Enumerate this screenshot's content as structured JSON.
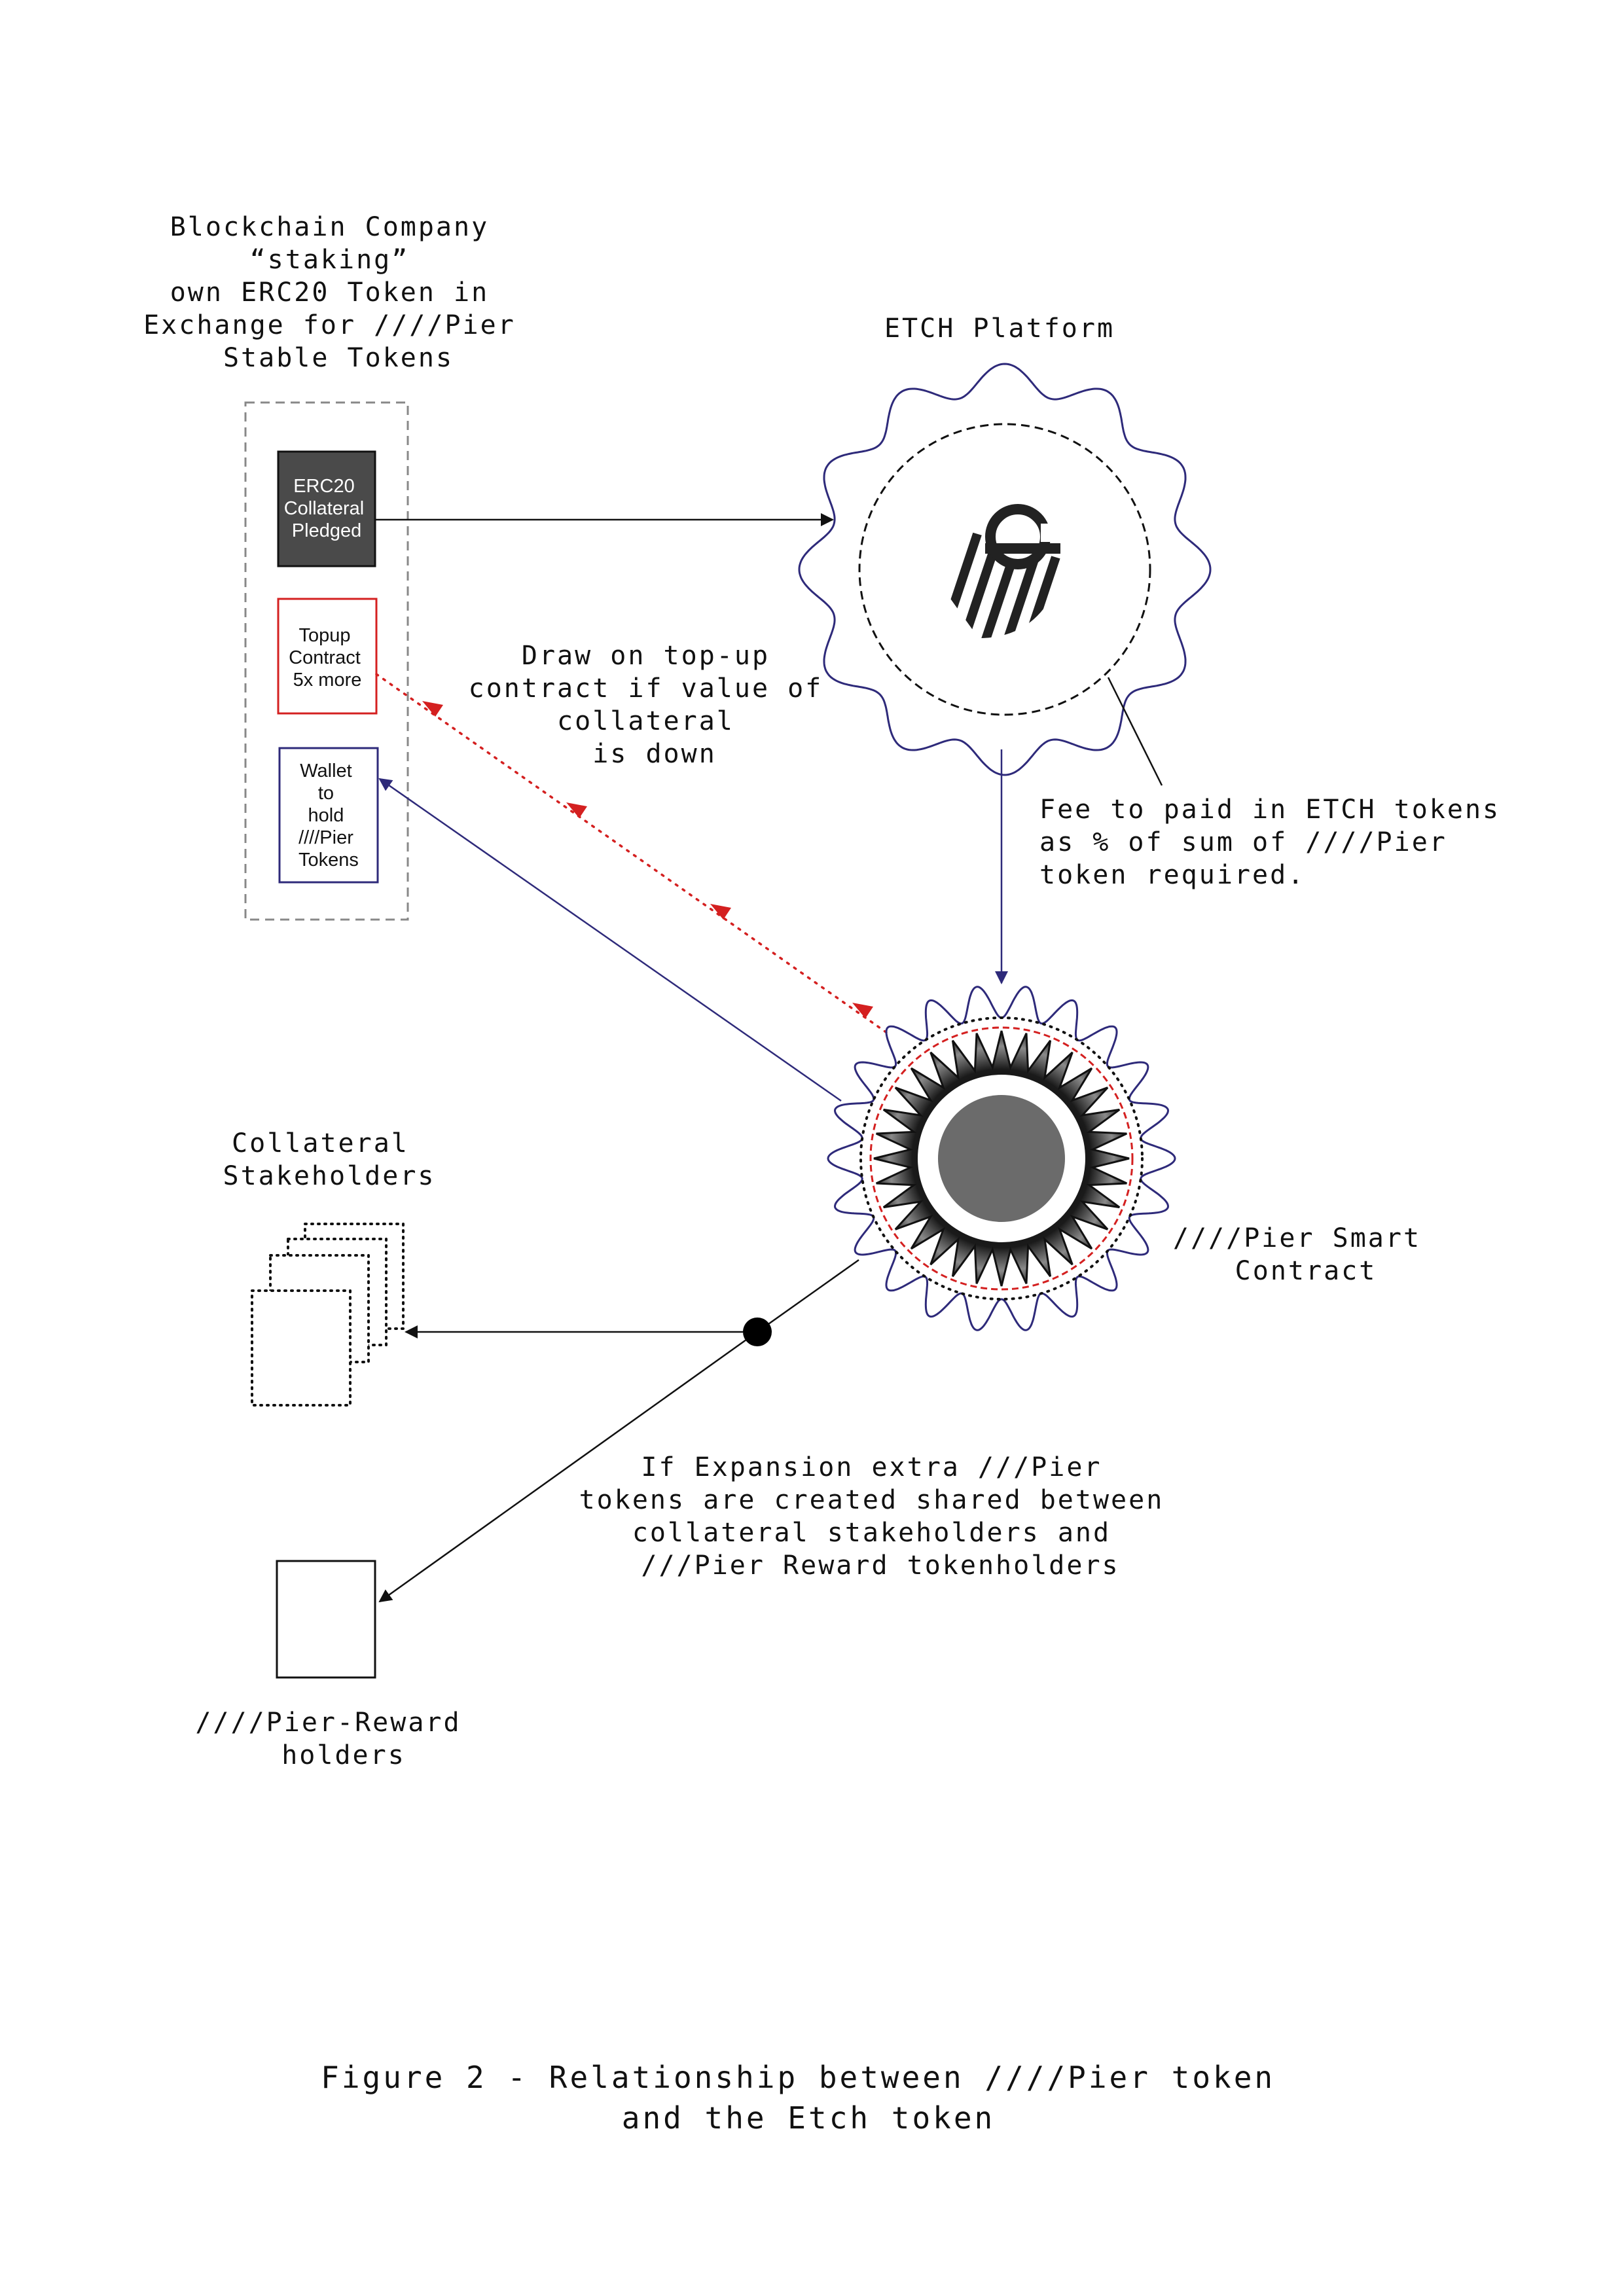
{
  "labels": {
    "company": [
      "Blockchain Company",
      "“staking”",
      "own ERC20 Token in",
      "Exchange for ////Pier",
      "Stable Tokens"
    ],
    "etch_platform": "ETCH Platform",
    "draw_note": [
      "Draw on top-up",
      "contract if value of",
      "collateral",
      "is down"
    ],
    "fee_note": [
      "Fee to paid in ETCH tokens",
      "as % of sum of ////Pier",
      "token required."
    ],
    "smart_contract": [
      "////Pier Smart",
      "Contract"
    ],
    "collateral_stakeholders": [
      "Collateral",
      "Stakeholders"
    ],
    "expansion_note": [
      "If Expansion extra ///Pier",
      "tokens are created shared between",
      "collateral stakeholders and",
      "///Pier Reward tokenholders"
    ],
    "reward_holders": [
      "////Pier-Reward",
      "holders"
    ]
  },
  "boxes": {
    "erc20": [
      "ERC20",
      "Collateral",
      "Pledged"
    ],
    "topup": [
      "Topup",
      "Contract",
      "5x more"
    ],
    "wallet": [
      "Wallet",
      "to",
      "hold",
      "////Pier",
      "Tokens"
    ]
  },
  "caption": [
    "Figure 2 - Relationship between ////Pier token",
    "and the Etch token"
  ],
  "colors": {
    "navy": "#2e2a7a",
    "red": "#d42020",
    "dark_box": "#4a4a4a",
    "grey_disc": "#6b6b6b",
    "black": "#111111"
  },
  "icons": {
    "etch_logo": "etch-logo-icon",
    "gear": "gear-icon"
  }
}
